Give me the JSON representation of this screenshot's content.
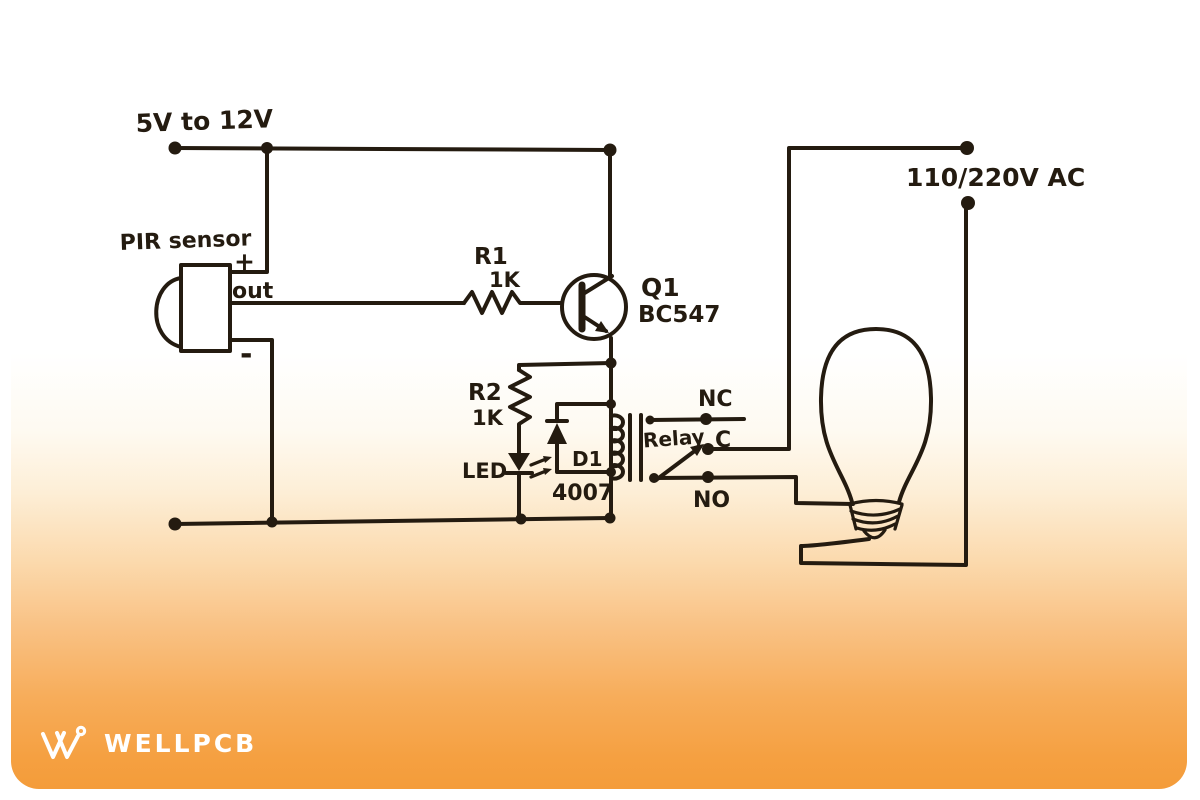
{
  "colors": {
    "ink": "#241b10",
    "brand_orange": "#f49c3a",
    "card_top": "#ffffff",
    "logo_white": "#ffffff"
  },
  "schematic": {
    "supply_label": "5V to 12V",
    "mains_label": "110/220V AC",
    "pir": {
      "label": "PIR sensor",
      "pin_plus": "+",
      "pin_out": "out",
      "pin_minus": "-"
    },
    "r1": {
      "name": "R1",
      "value": "1K"
    },
    "q1": {
      "name": "Q1",
      "part": "BC547"
    },
    "r2": {
      "name": "R2",
      "value": "1K"
    },
    "led_label": "LED",
    "d1": {
      "name": "D1",
      "part": "4007"
    },
    "relay_label": "Relay",
    "contacts": {
      "nc": "NC",
      "c": "C",
      "no": "NO"
    }
  },
  "branding": {
    "logo_text": "WELLPCB"
  }
}
